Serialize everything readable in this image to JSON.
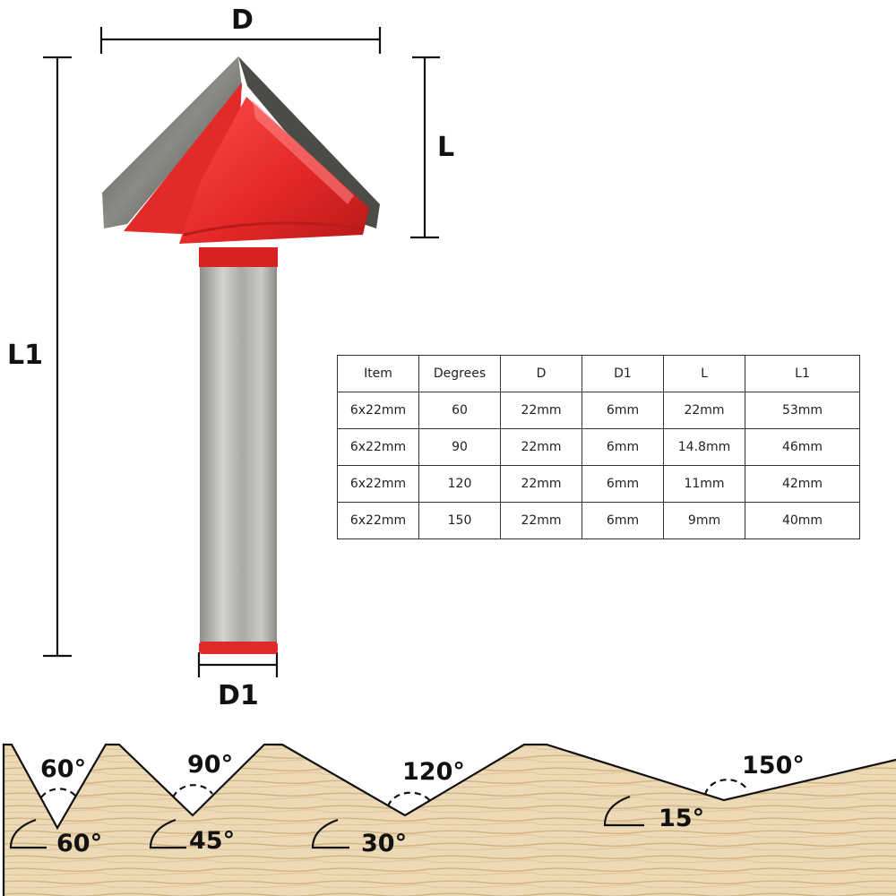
{
  "dimensions": {
    "D": "D",
    "L": "L",
    "L1": "L1",
    "D1": "D1"
  },
  "spec_table": {
    "headers": [
      "Item",
      "Degrees",
      "D",
      "D1",
      "L",
      "L1"
    ],
    "rows": [
      [
        "6x22mm",
        "60",
        "22mm",
        "6mm",
        "22mm",
        "53mm"
      ],
      [
        "6x22mm",
        "90",
        "22mm",
        "6mm",
        "14.8mm",
        "46mm"
      ],
      [
        "6x22mm",
        "120",
        "22mm",
        "6mm",
        "11mm",
        "42mm"
      ],
      [
        "6x22mm",
        "150",
        "22mm",
        "6mm",
        "9mm",
        "40mm"
      ]
    ]
  },
  "groove_angles": {
    "included": [
      "60°",
      "90°",
      "120°",
      "150°"
    ],
    "side": [
      "60°",
      "45°",
      "30°",
      "15°"
    ]
  },
  "colors": {
    "bit_red": "#e02a2a",
    "bit_steel": "#5c5c58",
    "shank": "#b9b9b6",
    "wood": "#e6cfa6",
    "line": "#111111"
  }
}
